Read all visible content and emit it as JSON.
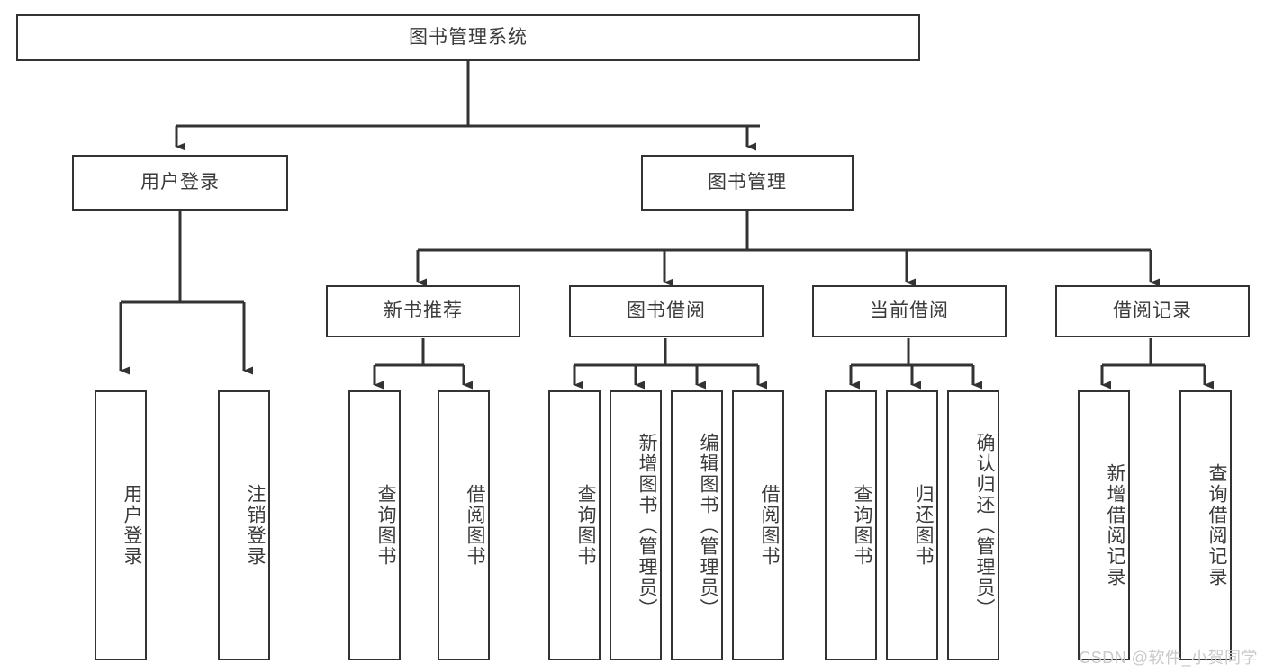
{
  "diagram": {
    "title": "图书管理系统",
    "type": "tree-hierarchy-chart",
    "watermark": "CSDN @软件_小贺同学",
    "colors": {
      "box_border": "#333333",
      "box_fill": "#ffffff",
      "text": "#3b3b3b",
      "connector": "#333333",
      "watermark": "#c9c9c9"
    },
    "nodes": {
      "root": {
        "label": "图书管理系统"
      },
      "level2": [
        {
          "id": "user-login",
          "label": "用户登录"
        },
        {
          "id": "book-management",
          "label": "图书管理"
        }
      ],
      "level3": [
        {
          "id": "new-book-recommend",
          "label": "新书推荐"
        },
        {
          "id": "book-borrow",
          "label": "图书借阅"
        },
        {
          "id": "current-borrow",
          "label": "当前借阅"
        },
        {
          "id": "borrow-record",
          "label": "借阅记录"
        }
      ],
      "leaves": {
        "user_login": [
          {
            "id": "leaf-user-login",
            "label": "用户登录"
          },
          {
            "id": "leaf-logout-login",
            "label": "注销登录"
          }
        ],
        "new_book_recommend": [
          {
            "id": "leaf-query-book-1",
            "label": "查询图书"
          },
          {
            "id": "leaf-borrow-book-1",
            "label": "借阅图书"
          }
        ],
        "book_borrow": [
          {
            "id": "leaf-query-book-2",
            "label": "查询图书"
          },
          {
            "id": "leaf-add-book",
            "label": "新增图书（管理员）"
          },
          {
            "id": "leaf-edit-book",
            "label": "编辑图书（管理员）"
          },
          {
            "id": "leaf-borrow-book-2",
            "label": "借阅图书"
          }
        ],
        "current_borrow": [
          {
            "id": "leaf-query-book-3",
            "label": "查询图书"
          },
          {
            "id": "leaf-return-book",
            "label": "归还图书"
          },
          {
            "id": "leaf-confirm-return",
            "label": "确认归还（管理员）"
          }
        ],
        "borrow_record": [
          {
            "id": "leaf-add-record",
            "label": "新增借阅记录"
          },
          {
            "id": "leaf-query-record",
            "label": "查询借阅记录"
          }
        ]
      }
    }
  }
}
